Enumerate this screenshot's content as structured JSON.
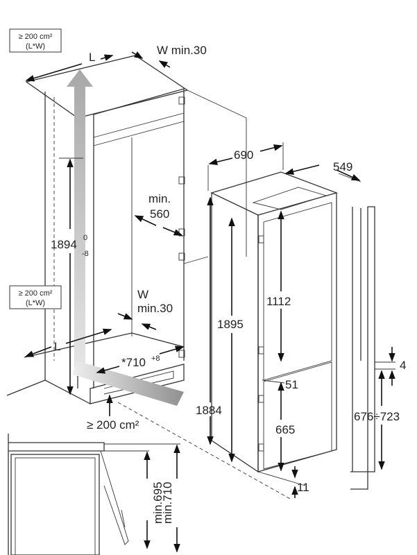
{
  "niche": {
    "top_vent_area": "≥ 200 cm²",
    "top_vent_formula": "(L*W)",
    "top_L": "L",
    "top_W": "W min.30",
    "niche_depth_label": "min.",
    "niche_depth_value": "560",
    "niche_height": "1894",
    "niche_height_tol_upper": "0",
    "niche_height_tol_lower": "-8",
    "bottom_vent_area": "≥ 200 cm²",
    "bottom_vent_formula": "(L*W)",
    "bottom_W": "W",
    "bottom_W_min": "min.30",
    "bottom_L": "L",
    "niche_width": "*710",
    "niche_width_tol": "+8",
    "plinth_vent_area": "≥ 200 cm²"
  },
  "appliance": {
    "width": "690",
    "depth": "549",
    "height_total": "1895",
    "height_body": "1884",
    "upper_door": "1112",
    "gap": "51",
    "lower_door": "665",
    "bottom_offset": "11"
  },
  "side_view": {
    "gap": "4",
    "range": "676÷723"
  },
  "door_detail": {
    "min_695": "min.695",
    "min_710": "min.710"
  },
  "colors": {
    "vent_arrow": "#b8b8b8",
    "line": "#333333"
  }
}
